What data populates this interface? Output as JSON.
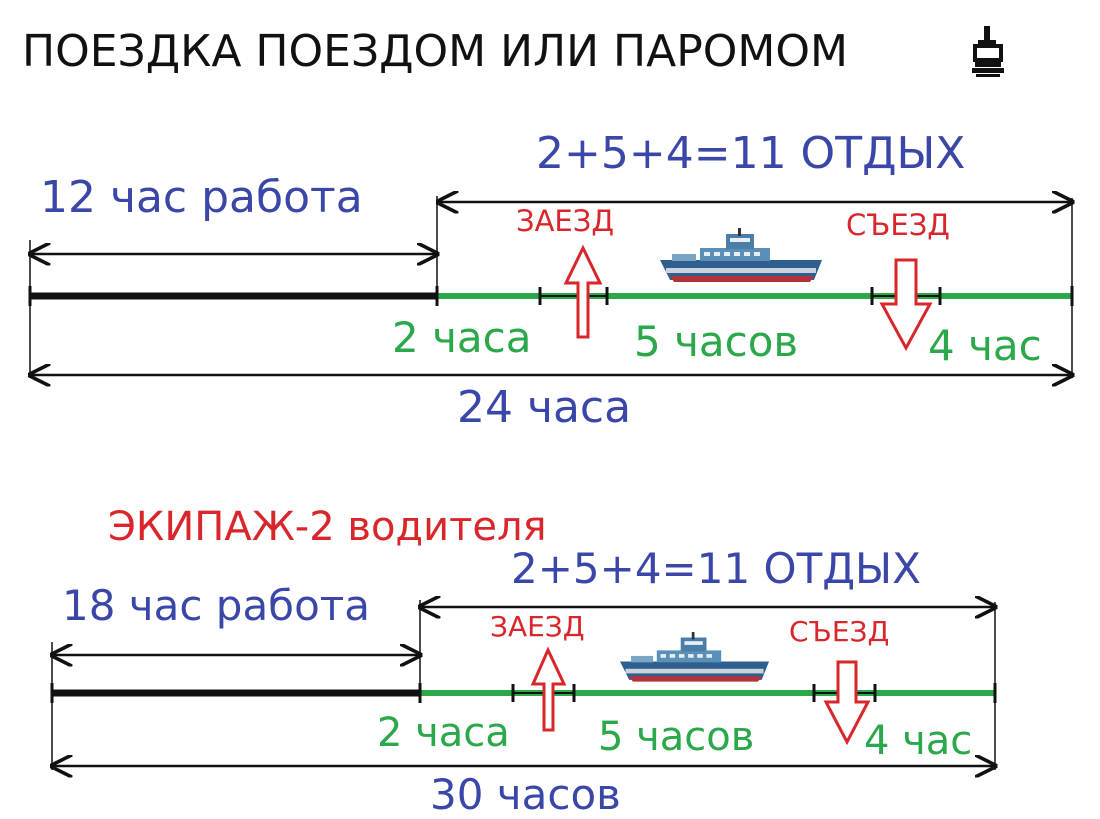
{
  "title": "ПОЕЗДКА ПОЕЗДОМ ИЛИ ПАРОМОМ",
  "title_icon": "tachograph-driver-icon",
  "colors": {
    "work_segment": "#111111",
    "rest_segment": "#2aa84a",
    "label_blue": "#3a47a8",
    "label_red": "#d8262b",
    "arrow_red": "#d8262b"
  },
  "diagram1": {
    "rest_label": "2+5+4=11  ОТДЫХ",
    "work_label": "12 час работа",
    "boarding_label": "ЗАЕЗД",
    "exit_label": "СЪЕЗД",
    "segment_a": "2 часа",
    "segment_b": "5 часов",
    "segment_c": "4 час",
    "total": "24 часа",
    "ferry_icon": "ferry-icon"
  },
  "diagram2": {
    "crew_label": "ЭКИПАЖ-2 водителя",
    "rest_label": "2+5+4=11  ОТДЫХ",
    "work_label": "18 час работа",
    "boarding_label": "ЗАЕЗД",
    "exit_label": "СЪЕЗД",
    "segment_a": "2 часа",
    "segment_b": "5 часов",
    "segment_c": "4 час",
    "total": "30 часов",
    "ferry_icon": "ferry-icon"
  }
}
